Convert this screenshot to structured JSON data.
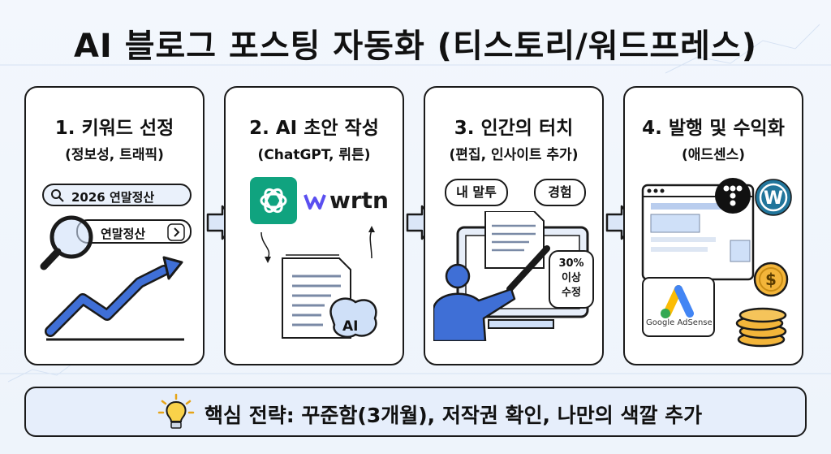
{
  "title": "AI 블로그 포스팅 자동화 (티스토리/워드프레스)",
  "steps": [
    {
      "heading": "1. 키워드 선정",
      "sub": "(정보성, 트래픽)",
      "search_primary": "2026 연말정산",
      "search_secondary": "연말정산"
    },
    {
      "heading": "2. AI 초안 작성",
      "sub": "(ChatGPT, 뤼튼)",
      "wrtn_label": "wrtn",
      "brain_label": "AI"
    },
    {
      "heading": "3. 인간의 터치",
      "sub": "(편집, 인사이트 추가)",
      "bubble_tone": "내 말투",
      "bubble_experience": "경험",
      "edit_note": [
        "30%",
        "이상",
        "수정"
      ]
    },
    {
      "heading": "4. 발행 및 수익화",
      "sub": "(애드센스)",
      "adsense_label": "Google AdSense",
      "coin_symbol": "$"
    }
  ],
  "banner": {
    "text": "핵심 전략: 꾸준함(3개월), 저작권 확인, 나만의 색깔 추가"
  },
  "colors": {
    "accent_blue": "#3f6fd6",
    "light_blue": "#cfe0f8",
    "chatgpt_green": "#10a37f",
    "coin_gold": "#f3b53a",
    "wordpress_blue": "#21759b"
  }
}
